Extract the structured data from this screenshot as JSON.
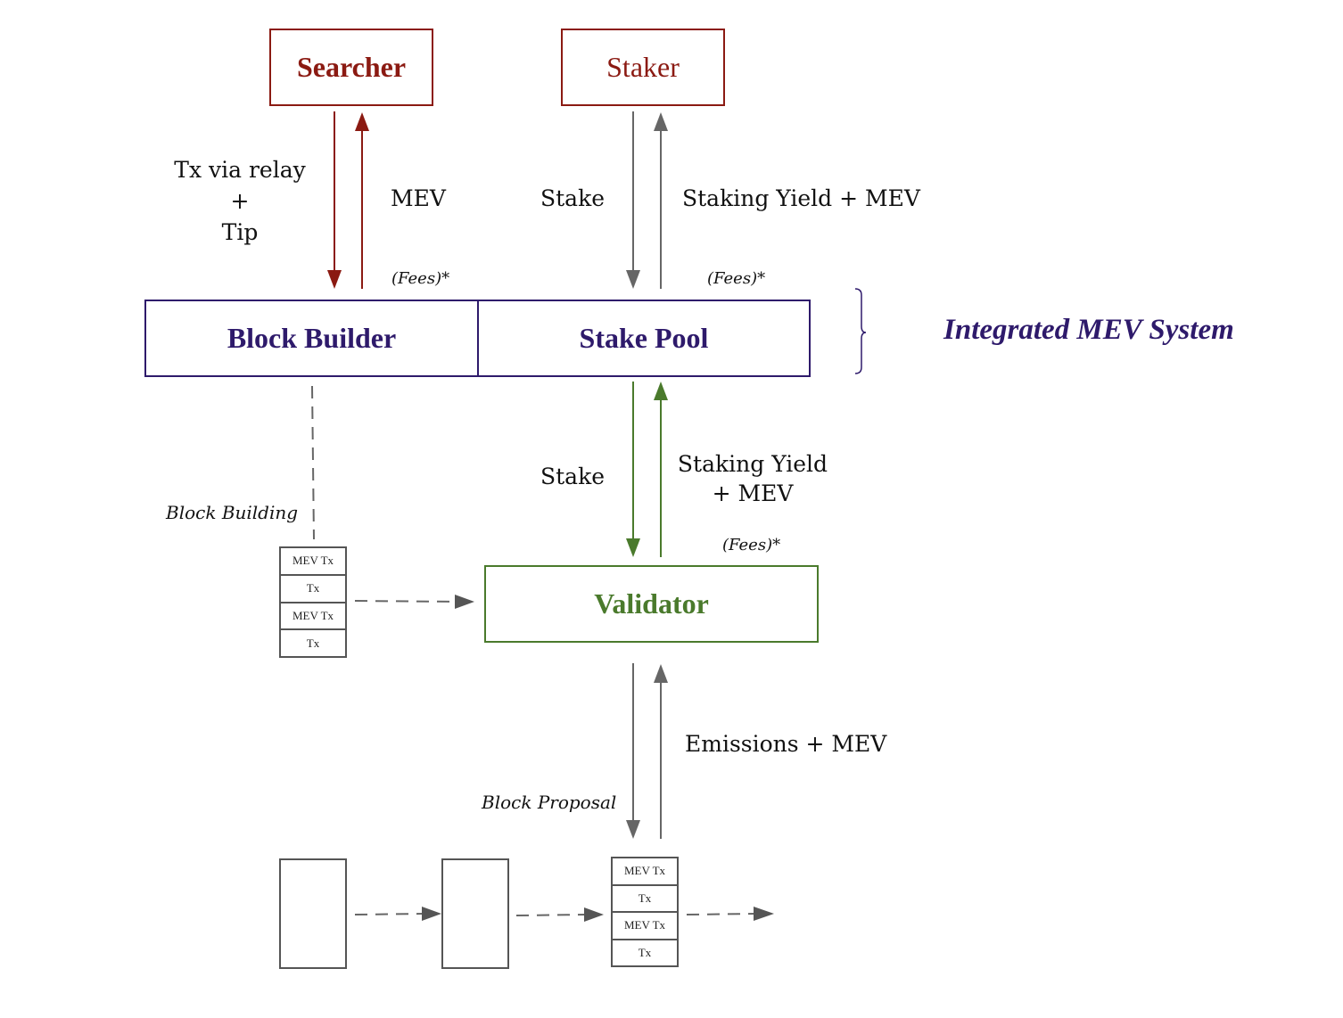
{
  "nodes": {
    "searcher": "Searcher",
    "staker": "Staker",
    "block_builder": "Block Builder",
    "stake_pool": "Stake Pool",
    "validator": "Validator"
  },
  "group": {
    "label": "Integrated MEV System",
    "members": [
      "Block Builder",
      "Stake Pool"
    ]
  },
  "edges": {
    "searcher_to_builder": [
      "Tx via relay",
      "+",
      "Tip"
    ],
    "builder_to_searcher": "MEV",
    "staker_to_pool": "Stake",
    "pool_to_staker": "Staking Yield + MEV",
    "pool_to_validator": "Stake",
    "validator_to_pool": [
      "Staking Yield",
      "+ MEV"
    ],
    "network_to_validator": "Emissions + MEV",
    "fees_note": "(Fees)*",
    "block_building": "Block Building",
    "block_proposal": "Block Proposal"
  },
  "blocks": {
    "built_block": [
      "MEV Tx",
      "Tx",
      "MEV Tx",
      "Tx"
    ],
    "chain_block": [
      "MEV Tx",
      "Tx",
      "MEV Tx",
      "Tx"
    ]
  },
  "colors": {
    "searcher_staker": "#8b1a12",
    "integrated": "#2e1a6b",
    "validator": "#4a7a2c",
    "gray_arrow": "#666666"
  }
}
